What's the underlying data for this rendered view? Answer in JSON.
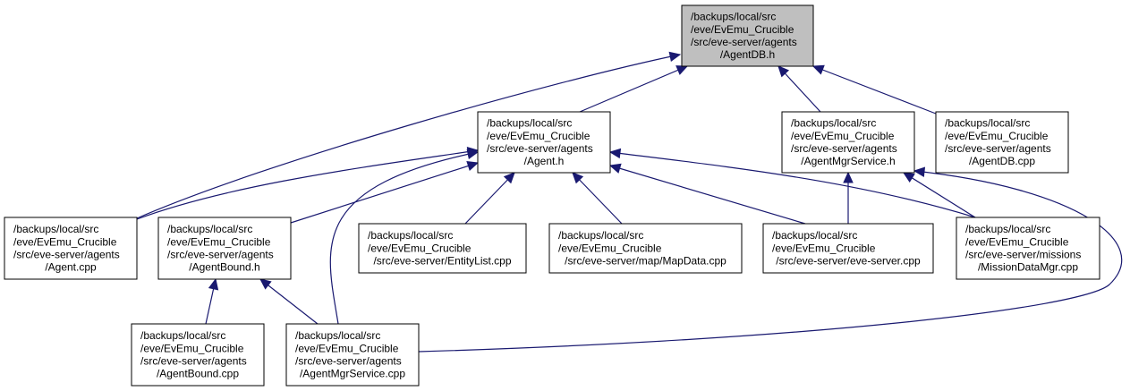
{
  "graph": {
    "nodes": [
      {
        "id": "agentdb_h",
        "lines": [
          "/backups/local/src",
          "/eve/EvEmu_Crucible",
          "/src/eve-server/agents",
          "/AgentDB.h"
        ],
        "highlight": true
      },
      {
        "id": "agent_h",
        "lines": [
          "/backups/local/src",
          "/eve/EvEmu_Crucible",
          "/src/eve-server/agents",
          "/Agent.h"
        ]
      },
      {
        "id": "agentmgrservice_h",
        "lines": [
          "/backups/local/src",
          "/eve/EvEmu_Crucible",
          "/src/eve-server/agents",
          "/AgentMgrService.h"
        ]
      },
      {
        "id": "agentdb_cpp",
        "lines": [
          "/backups/local/src",
          "/eve/EvEmu_Crucible",
          "/src/eve-server/agents",
          "/AgentDB.cpp"
        ]
      },
      {
        "id": "agent_cpp",
        "lines": [
          "/backups/local/src",
          "/eve/EvEmu_Crucible",
          "/src/eve-server/agents",
          "/Agent.cpp"
        ]
      },
      {
        "id": "agentbound_h",
        "lines": [
          "/backups/local/src",
          "/eve/EvEmu_Crucible",
          "/src/eve-server/agents",
          "/AgentBound.h"
        ]
      },
      {
        "id": "entitylist_cpp",
        "lines": [
          "/backups/local/src",
          "/eve/EvEmu_Crucible",
          "/src/eve-server/EntityList.cpp"
        ]
      },
      {
        "id": "mapdata_cpp",
        "lines": [
          "/backups/local/src",
          "/eve/EvEmu_Crucible",
          "/src/eve-server/map/MapData.cpp"
        ]
      },
      {
        "id": "eveserver_cpp",
        "lines": [
          "/backups/local/src",
          "/eve/EvEmu_Crucible",
          "/src/eve-server/eve-server.cpp"
        ]
      },
      {
        "id": "missiondatamgr_cpp",
        "lines": [
          "/backups/local/src",
          "/eve/EvEmu_Crucible",
          "/src/eve-server/missions",
          "/MissionDataMgr.cpp"
        ]
      },
      {
        "id": "agentbound_cpp",
        "lines": [
          "/backups/local/src",
          "/eve/EvEmu_Crucible",
          "/src/eve-server/agents",
          "/AgentBound.cpp"
        ]
      },
      {
        "id": "agentmgrservice_cpp",
        "lines": [
          "/backups/local/src",
          "/eve/EvEmu_Crucible",
          "/src/eve-server/agents",
          "/AgentMgrService.cpp"
        ]
      }
    ],
    "edges": [
      {
        "from": "agent_cpp",
        "to": "agentdb_h"
      },
      {
        "from": "agent_h",
        "to": "agentdb_h"
      },
      {
        "from": "agentmgrservice_h",
        "to": "agentdb_h"
      },
      {
        "from": "agentdb_cpp",
        "to": "agentdb_h"
      },
      {
        "from": "agent_cpp",
        "to": "agent_h"
      },
      {
        "from": "agentbound_h",
        "to": "agent_h"
      },
      {
        "from": "agentmgrservice_cpp",
        "to": "agent_h"
      },
      {
        "from": "entitylist_cpp",
        "to": "agent_h"
      },
      {
        "from": "mapdata_cpp",
        "to": "agent_h"
      },
      {
        "from": "eveserver_cpp",
        "to": "agent_h"
      },
      {
        "from": "missiondatamgr_cpp",
        "to": "agent_h"
      },
      {
        "from": "eveserver_cpp",
        "to": "agentmgrservice_h"
      },
      {
        "from": "missiondatamgr_cpp",
        "to": "agentmgrservice_h"
      },
      {
        "from": "agentmgrservice_cpp",
        "to": "agentmgrservice_h"
      },
      {
        "from": "agentbound_cpp",
        "to": "agentbound_h"
      },
      {
        "from": "agentmgrservice_cpp",
        "to": "agentbound_h"
      }
    ],
    "colors": {
      "edge": "#191970",
      "node_border": "#000000",
      "node_fill": "#ffffff",
      "highlight_fill": "#bfbfbf"
    }
  }
}
